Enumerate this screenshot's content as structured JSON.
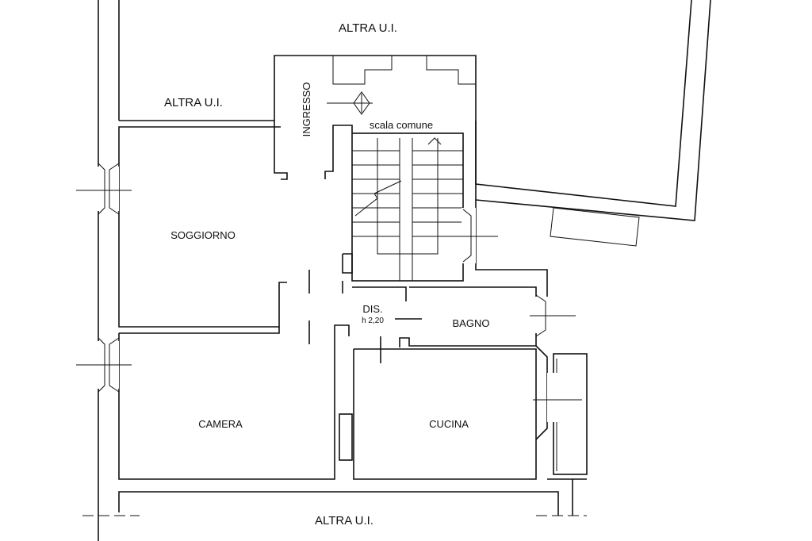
{
  "labels": {
    "altra_top": "ALTRA U.I.",
    "altra_left": "ALTRA U.I.",
    "altra_bottom": "ALTRA U.I.",
    "ingresso": "INGRESSO",
    "scala": "scala comune",
    "soggiorno": "SOGGIORNO",
    "dis": "DIS.",
    "dis_height": "h 2,20",
    "bagno": "BAGNO",
    "camera": "CAMERA",
    "cucina": "CUCINA"
  },
  "colors": {
    "line": "#111111",
    "background": "#ffffff"
  }
}
